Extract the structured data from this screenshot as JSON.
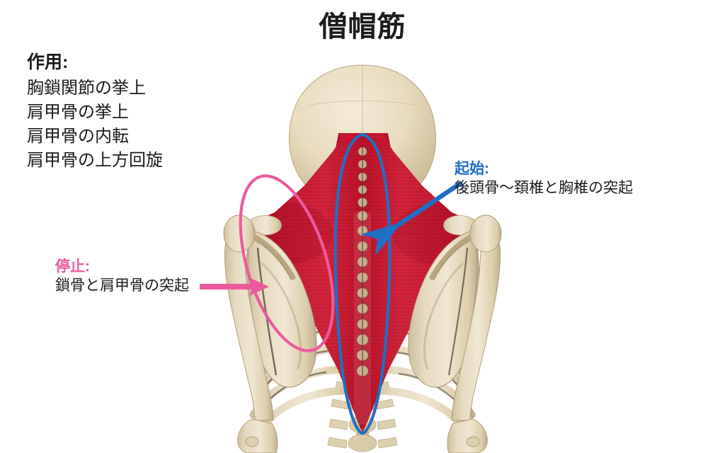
{
  "page": {
    "title": "僧帽筋",
    "background_color": "#ffffff"
  },
  "action": {
    "heading": "作用:",
    "items": [
      "胸鎖関節の挙上",
      "肩甲骨の挙上",
      "肩甲骨の内転",
      "肩甲骨の上方回旋"
    ]
  },
  "origin": {
    "heading": "起始:",
    "text": "後頭骨〜頚椎と胸椎の突起",
    "color": "#1f6fc4",
    "marker": "blue-ellipse-spine",
    "arrow": "blue-arrow-pointing-down-left"
  },
  "insertion": {
    "heading": "停止:",
    "text": "鎖骨と肩甲骨の突起",
    "color": "#ec5a9d",
    "marker": "pink-ellipse-scapula",
    "arrow": "pink-arrow-pointing-right"
  },
  "figure": {
    "description": "後面から見た骨格と僧帽筋の解剖図",
    "muscle_name": "僧帽筋",
    "muscle_color": "#c31530",
    "bone_color": "#e9ddc4",
    "parts": [
      "頭蓋骨",
      "頚椎",
      "胸椎",
      "鎖骨",
      "肩甲骨",
      "上腕骨",
      "肋骨",
      "橈骨",
      "尺骨"
    ]
  },
  "colors": {
    "accent_blue": "#1f6fc4",
    "accent_pink": "#ec5a9d",
    "muscle_red": "#c31530",
    "bone_cream": "#e9ddc4",
    "text_dark": "#1c1c1c"
  }
}
